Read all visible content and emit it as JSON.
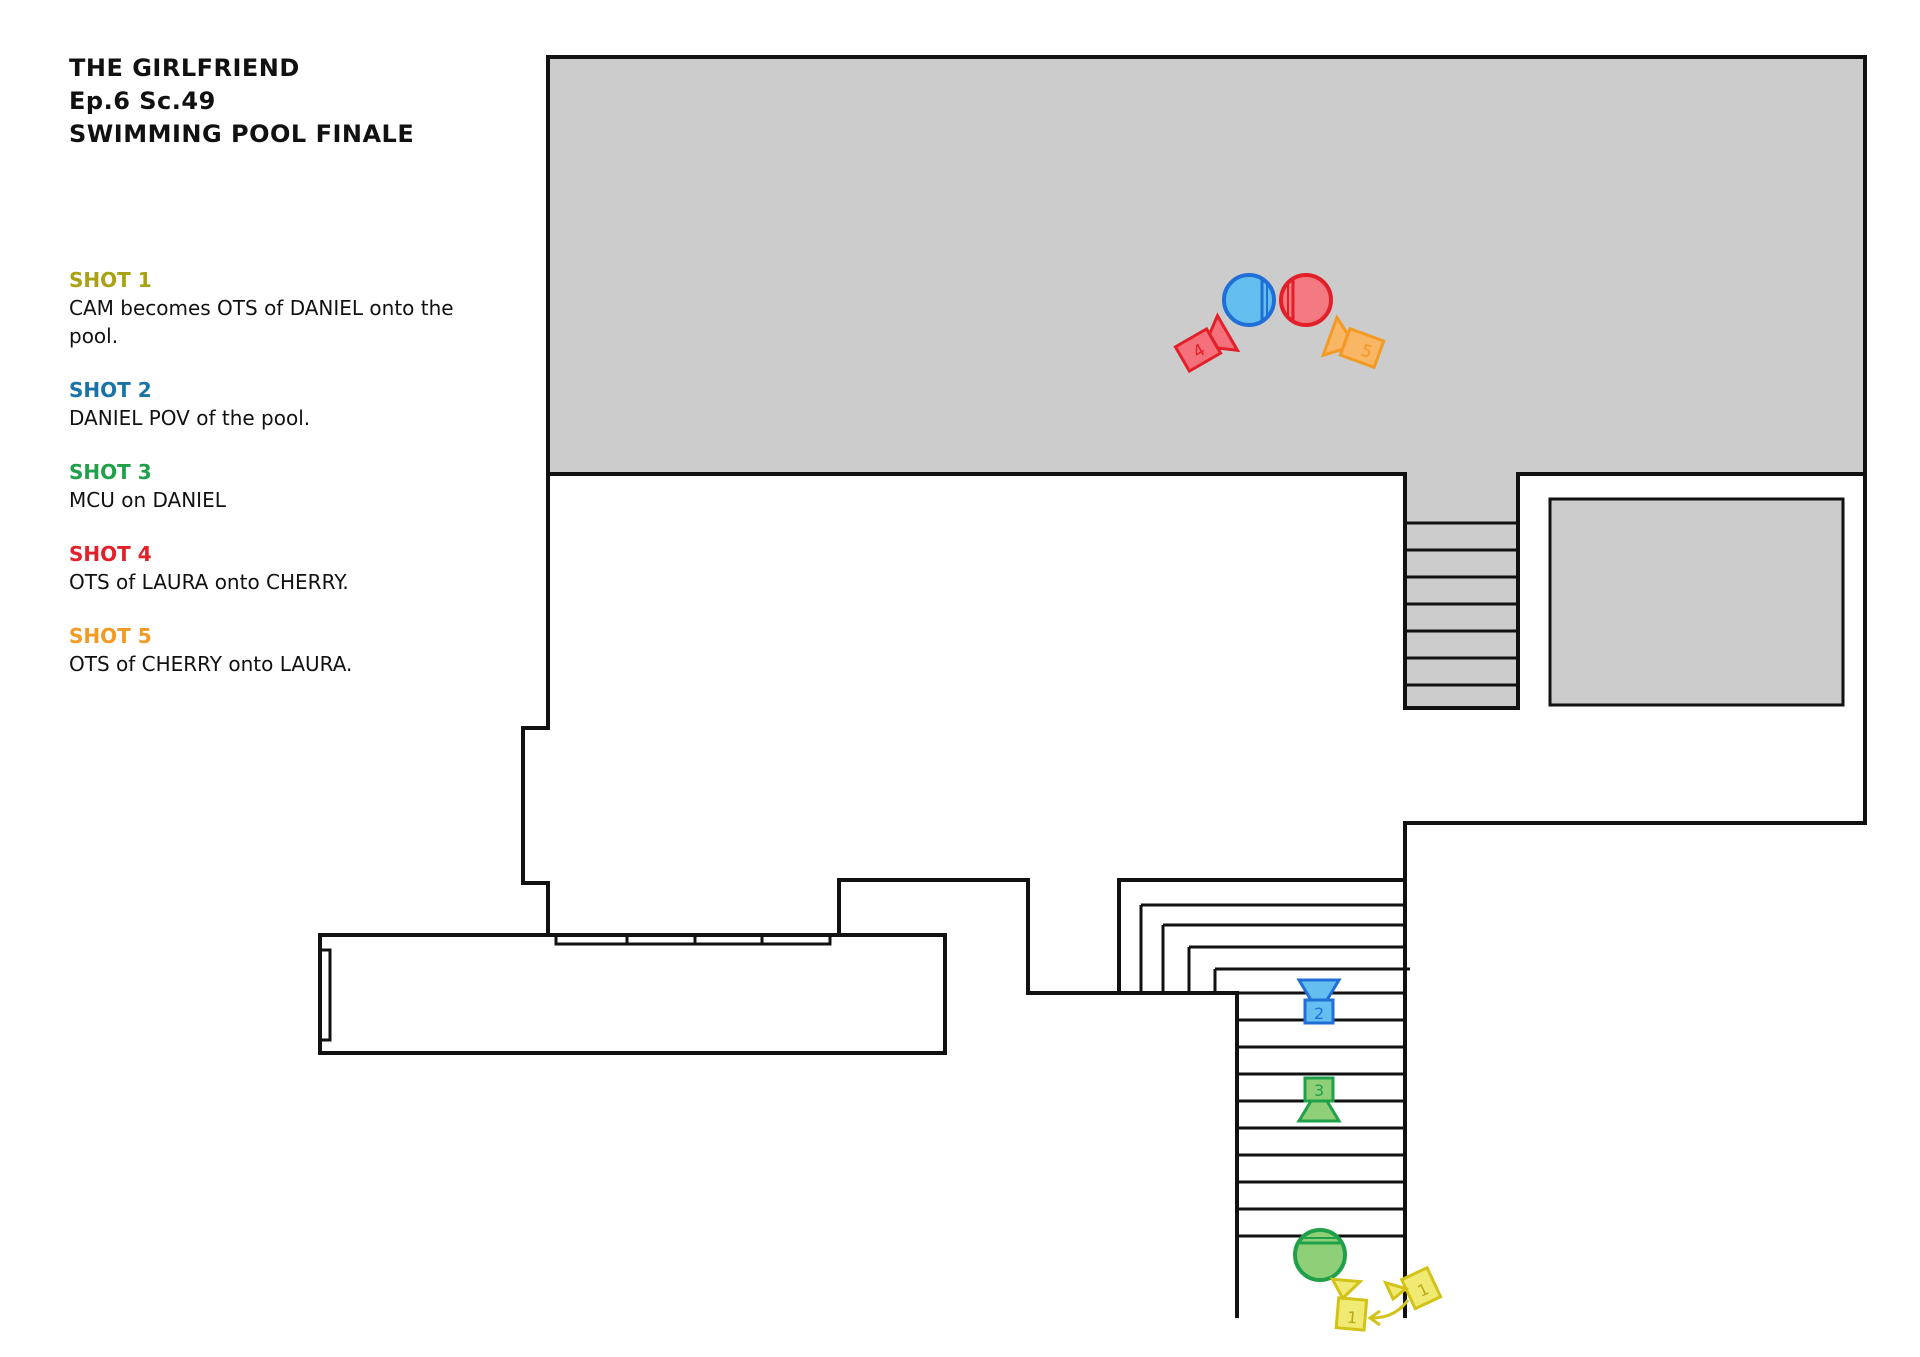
{
  "header": {
    "title": "THE GIRLFRIEND",
    "episode": "Ep.6  Sc.49",
    "scene": "SWIMMING POOL FINALE"
  },
  "shots": [
    {
      "label": "SHOT 1",
      "desc": "CAM becomes OTS of DANIEL onto the pool.",
      "color": "#a8a214"
    },
    {
      "label": "SHOT 2",
      "desc": "DANIEL POV of the pool.",
      "color": "#1a73a8"
    },
    {
      "label": "SHOT 3",
      "desc": "MCU on DANIEL",
      "color": "#21a04a"
    },
    {
      "label": "SHOT 4",
      "desc": "OTS of LAURA onto CHERRY.",
      "color": "#e3202a"
    },
    {
      "label": "SHOT 5",
      "desc": "OTS of CHERRY onto LAURA.",
      "color": "#f39a25"
    }
  ],
  "cameras": [
    {
      "number": "1"
    },
    {
      "number": "1"
    },
    {
      "number": "2"
    },
    {
      "number": "3"
    },
    {
      "number": "4"
    },
    {
      "number": "5"
    }
  ],
  "colors": {
    "pool": "#cccccc",
    "daniel": "#8fcf78",
    "laura": "#64bff0",
    "cherry": "#f37a80"
  }
}
